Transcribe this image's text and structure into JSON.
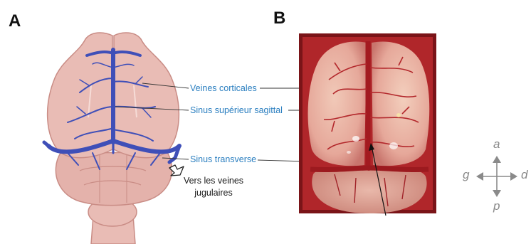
{
  "panels": {
    "a_label": "A",
    "b_label": "B"
  },
  "annotations": {
    "cortical_veins": "Veines corticales",
    "superior_sagittal_sinus": "Sinus supérieur sagittal",
    "transverse_sinus": "Sinus transverse",
    "jugular_line1": "Vers les veines",
    "jugular_line2": "jugulaires"
  },
  "compass": {
    "anterior": "a",
    "posterior": "p",
    "left": "g",
    "right": "d"
  },
  "colors": {
    "brain_fill": "#e9bcb5",
    "brain_outline": "#c98c85",
    "vein_blue": "#3f4fb8",
    "callout_blue": "#2b7fc0",
    "photo_red": "#b0262a",
    "compass_gray": "#8a8a8a"
  }
}
